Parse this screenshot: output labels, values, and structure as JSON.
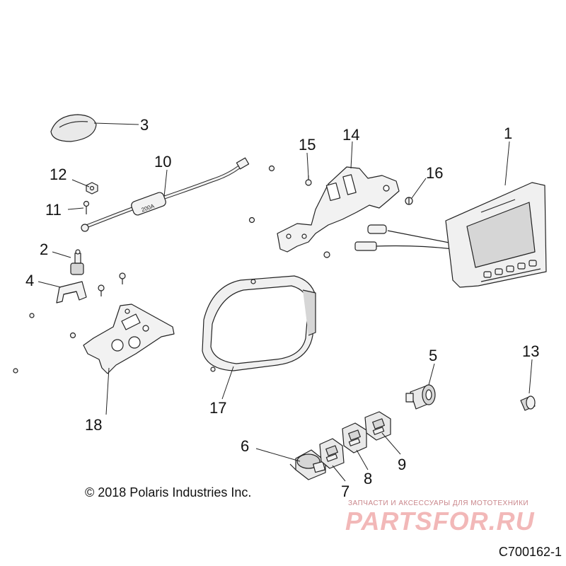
{
  "callouts": {
    "c1": "1",
    "c2": "2",
    "c3": "3",
    "c4": "4",
    "c5": "5",
    "c6": "6",
    "c7": "7",
    "c8": "8",
    "c9": "9",
    "c10": "10",
    "c11": "11",
    "c12": "12",
    "c13": "13",
    "c14": "14",
    "c15": "15",
    "c16": "16",
    "c17": "17",
    "c18": "18"
  },
  "fuse_label": "200A",
  "copyright": "© 2018 Polaris Industries Inc.",
  "drawing_id": "C700162-1",
  "watermark": {
    "tagline": "ЗАПЧАСТИ И АКСЕССУАРЫ ДЛЯ МОТОТЕХНИКИ",
    "logo": "PARTSFOR.RU"
  },
  "colors": {
    "line": "#222222",
    "part_fill": "#f2f2f2",
    "part_shade": "#d6d6d6",
    "watermark": "#f2b8b8"
  }
}
